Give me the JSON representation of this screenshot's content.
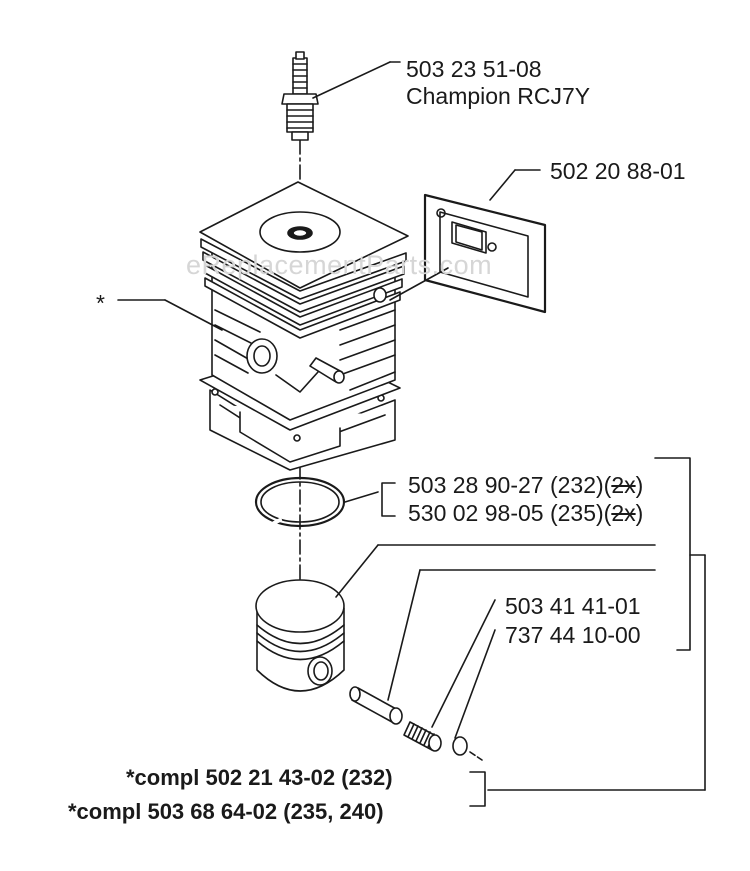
{
  "labels": {
    "spark_plug_part": "503 23 51-08",
    "spark_plug_name": "Champion RCJ7Y",
    "gasket_part": "502 20 88-01",
    "cylinder_asterisk": "*",
    "ring_1_part": "503 28 90-27 (232)(",
    "ring_1_qty": "2x",
    "ring_1_close": ")",
    "ring_2_part": "530 02 98-05 (235)(",
    "ring_2_qty": "2x",
    "ring_2_close": ")",
    "piston_pin_part": "503 41 41-01",
    "circlip_part": "737 44 10-00",
    "compl_1": "*compl 502 21 43-02 (232)",
    "compl_2": "*compl 503 68 64-02 (235, 240)"
  },
  "watermark": "eReplacementParts.com",
  "colors": {
    "line": "#1a1a1a",
    "part_fill": "#ffffff",
    "watermark": "#d6d6d6"
  },
  "icons": [
    "spark-plug",
    "cylinder",
    "gasket",
    "piston-ring",
    "piston",
    "piston-pin",
    "needle-bearing",
    "circlip"
  ]
}
